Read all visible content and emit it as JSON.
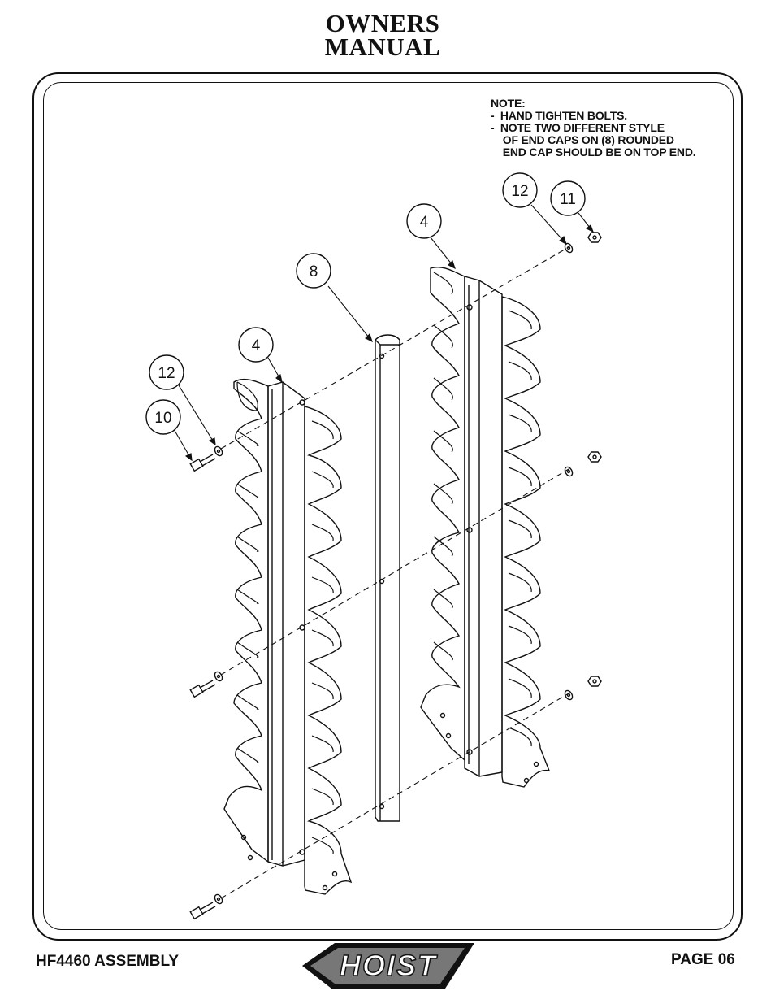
{
  "header": {
    "title_line1": "OWNERS",
    "title_line2": "MANUAL"
  },
  "note": {
    "heading": "NOTE:",
    "line1": "-  HAND TIGHTEN BOLTS.",
    "line2": "-  NOTE TWO DIFFERENT STYLE",
    "line3": "    OF END CAPS ON (8) ROUNDED",
    "line4": "    END CAP SHOULD BE ON TOP END."
  },
  "callouts": {
    "left_upright": "4",
    "right_upright": "4",
    "crossbar": "8",
    "bolt": "10",
    "washer_left": "12",
    "washer_right": "12",
    "nut": "11"
  },
  "footer": {
    "left": "HF4460 ASSEMBLY",
    "right": "PAGE 06",
    "logo": "HOIST"
  }
}
